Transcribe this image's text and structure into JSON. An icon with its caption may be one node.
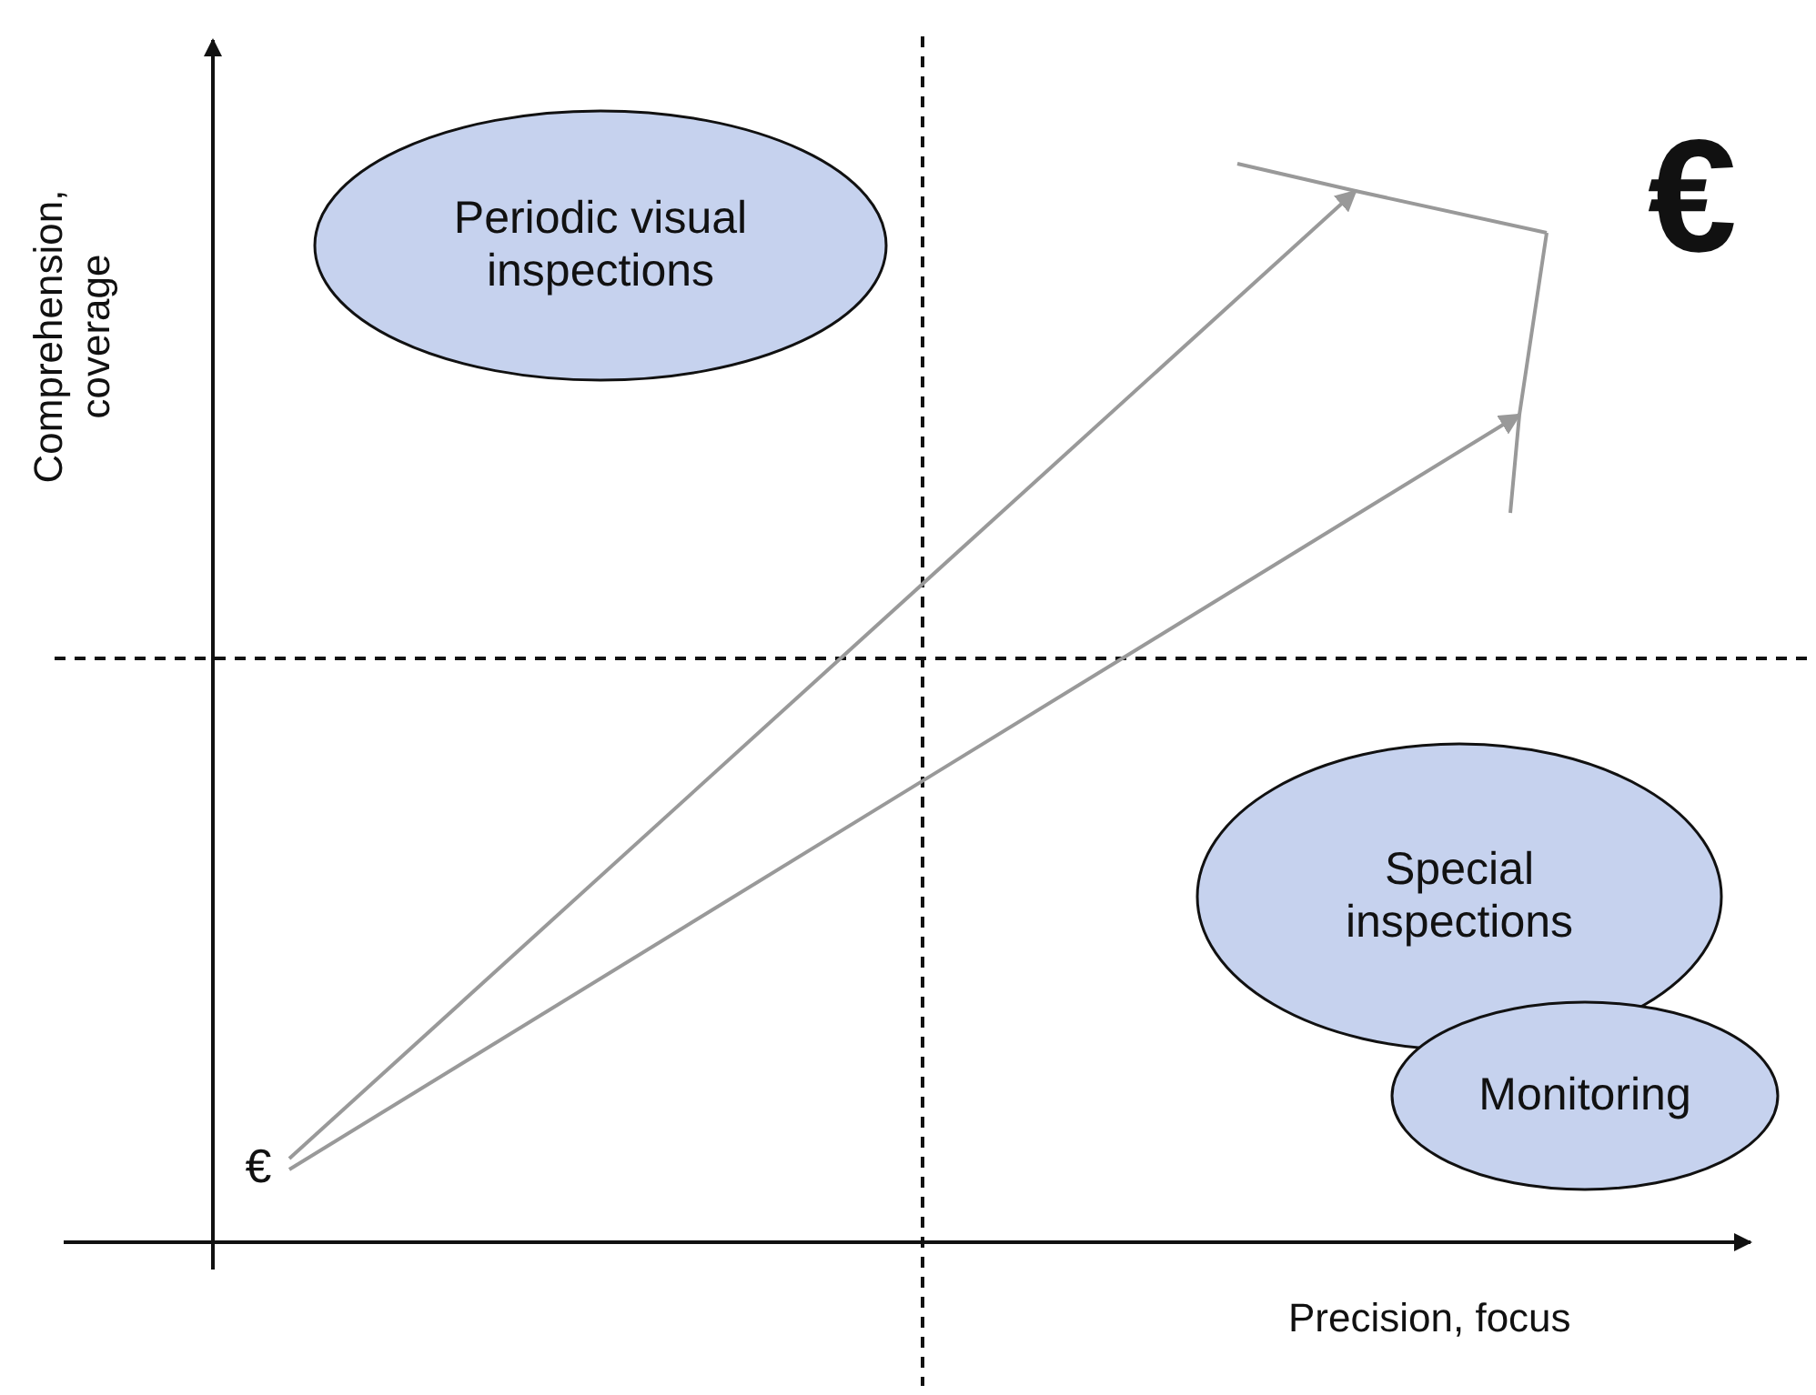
{
  "diagram": {
    "nodes": [
      {
        "text": [
          "Periodic visual inspections"
        ]
      },
      {
        "text": [
          "Special inspections"
        ]
      },
      {
        "text": [
          "Monitoring"
        ]
      },
      {
        "text": [
          "€"
        ]
      },
      {
        "text": [
          "€"
        ]
      }
    ],
    "edges": [
      {
        "from": 4,
        "to": null,
        "arrow": "to"
      },
      {
        "from": 4,
        "to": null,
        "arrow": "to"
      }
    ],
    "labels": [
      "Comprehension, coverage",
      "Precision, focus"
    ]
  }
}
